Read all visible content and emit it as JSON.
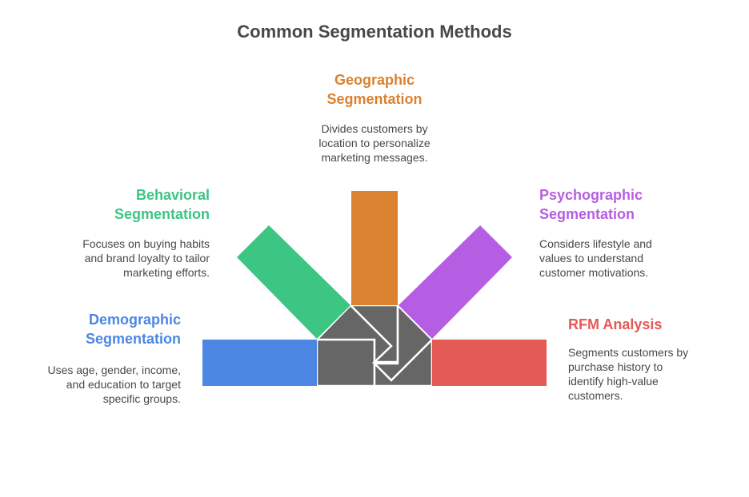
{
  "title": "Common Segmentation Methods",
  "colors": {
    "demographic": "#4C87E3",
    "behavioral": "#3CC583",
    "geographic": "#DB8230",
    "psychographic": "#B65EE3",
    "rfm": "#E45A55",
    "center": "#666666",
    "text": "#484848"
  },
  "segments": {
    "demographic": {
      "title_line1": "Demographic",
      "title_line2": "Segmentation",
      "desc_line1": "Uses age, gender, income,",
      "desc_line2": "and education to target",
      "desc_line3": "specific groups."
    },
    "behavioral": {
      "title_line1": "Behavioral",
      "title_line2": "Segmentation",
      "desc_line1": "Focuses on buying habits",
      "desc_line2": "and brand loyalty to tailor",
      "desc_line3": "marketing efforts."
    },
    "geographic": {
      "title_line1": "Geographic",
      "title_line2": "Segmentation",
      "desc_line1": "Divides customers by",
      "desc_line2": "location to personalize",
      "desc_line3": "marketing messages."
    },
    "psychographic": {
      "title_line1": "Psychographic",
      "title_line2": "Segmentation",
      "desc_line1": "Considers lifestyle and",
      "desc_line2": "values to understand",
      "desc_line3": "customer motivations."
    },
    "rfm": {
      "title_line1": "RFM Analysis",
      "desc_line1": "Segments customers by",
      "desc_line2": "purchase history to",
      "desc_line3": "identify high-value",
      "desc_line4": "customers."
    }
  }
}
